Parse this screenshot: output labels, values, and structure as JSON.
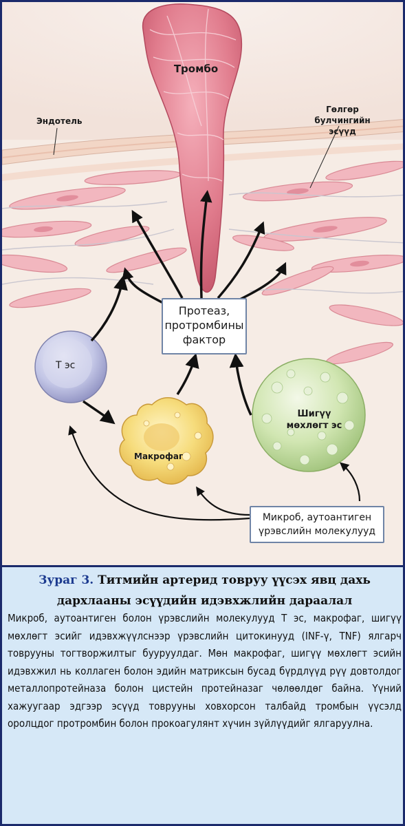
{
  "diagram": {
    "labels": {
      "thrombus": "Тромбо",
      "endothelium": "Эндотель",
      "smooth_muscle": "Гөлгөр булчингийн эсүүд",
      "t_cell": "Т эс",
      "macrophage": "Макрофаг",
      "mast_cell": "Шигүү мөхлөгт эс"
    },
    "boxes": {
      "protease": "Протеаз, протромбины фактор",
      "microbe": "Микроб, аутоантиген үрэвслийн молекулууд"
    },
    "colors": {
      "tissue": "#f6ece5",
      "muscle_cell": "#f2b7bf",
      "thrombus": "#e07b8c",
      "t_cell": "#b3b7dd",
      "macrophage": "#f3d77a",
      "mast_cell": "#c9e3a8",
      "arrow": "#111111",
      "frame": "#1b2a6b",
      "caption_bg": "#d6e8f7"
    }
  },
  "caption": {
    "figure_number": "Зураг 3.",
    "title": "Титмийн артерид товруу үүсэх явц дахь дархлааны эсүүдийн идэвхжлийн дараалал",
    "body": "Микроб, аутоантиген болон үрэвслийн молекулууд Т эс, макрофаг, шигүү мөхлөгт эсийг идэвхжүүлснээр үрэвслийн цитокинууд (INF-γ, TNF) ялгарч товрууны тогтворжилтыг бууруулдаг. Мөн макрофаг, шигүү мөхлөгт эсийн идэвхжил нь коллаген болон эдийн матриксын бусад бүрдлүүд рүү довтолдог металлопротейназа болон цистейн протейназаг чөлөөлдөг байна. Үүний хажуугаар эдгээр эсүүд товрууны ховхорсон талбайд тромбын үүсэлд оролцдог протромбин болон прокоагулянт хүчин зүйлүүдийг ялгаруулна."
  }
}
